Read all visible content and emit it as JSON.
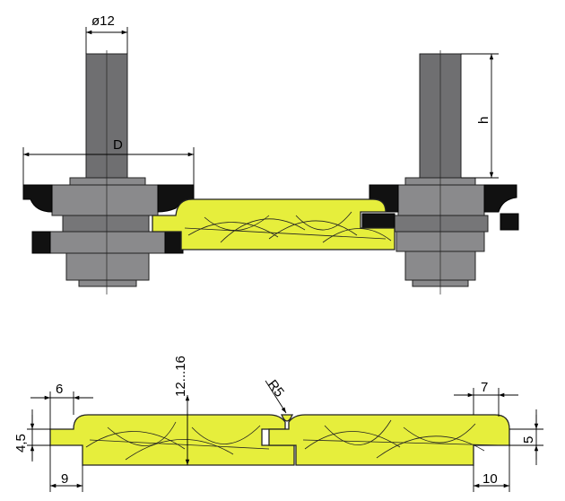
{
  "labels": {
    "shank_diameter": "ø12",
    "cutter_diameter": "D",
    "height": "h",
    "thickness_range": "12...16",
    "radius": "R5",
    "dim_6": "6",
    "dim_4_5": "4,5",
    "dim_9": "9",
    "dim_7": "7",
    "dim_5": "5",
    "dim_10": "10"
  },
  "colors": {
    "wood": "#e6ee3c",
    "tool_body": "#8a8a8c",
    "shank": "#6f6f71",
    "knife": "#111111",
    "outline": "#222222"
  }
}
